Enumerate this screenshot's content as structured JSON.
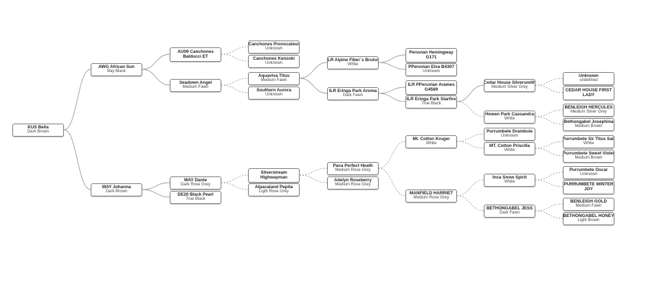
{
  "colors": {
    "line": "#9a9a9a",
    "border": "#7a7a7a"
  },
  "nodes": [
    {
      "id": "bella",
      "name": "KUS Bella",
      "color": "Dark Brown"
    },
    {
      "id": "awg",
      "name": "AWG African Sun",
      "color": "Bay Black"
    },
    {
      "id": "johanna",
      "name": "WAY Johanna",
      "color": "Dark Brown"
    },
    {
      "id": "au09",
      "name": "AU09 Canchones Balducci ET",
      "color": ""
    },
    {
      "id": "seadown",
      "name": "Seadown Angel",
      "color": "Medium Fawn"
    },
    {
      "id": "dante",
      "name": "WAY Dante",
      "color": "Dark Rose Grey"
    },
    {
      "id": "de20",
      "name": "DE20 Black Pearl",
      "color": "True Black"
    },
    {
      "id": "provocateur",
      "name": "Canchones Provocateur",
      "color": "Unknown"
    },
    {
      "id": "kenzoki",
      "name": "Canchones Kenzoki",
      "color": "Unknown"
    },
    {
      "id": "aquaviva",
      "name": "Aquaviva Titus",
      "color": "Medium Fawn"
    },
    {
      "id": "southern",
      "name": "Southern Aurora",
      "color": "Unknown"
    },
    {
      "id": "silverstream",
      "name": "Silverstream Highwayman",
      "color": ""
    },
    {
      "id": "pepita",
      "name": "Alpacaland Pepita",
      "color": "Light Rose Grey"
    },
    {
      "id": "brutus",
      "name": "ILR Alpine Fiber`s Brutus",
      "color": "White"
    },
    {
      "id": "aroma",
      "name": "ILR Eringa Park Aroma",
      "color": "Dark Fawn"
    },
    {
      "id": "heath",
      "name": "Paca Perfect Heath",
      "color": "Medium Rose Grey"
    },
    {
      "id": "adelyn",
      "name": "Adelyn Roseberry",
      "color": "Medium Rose Grey"
    },
    {
      "id": "hemingway",
      "name": "Peruvian Hemingway G171",
      "color": ""
    },
    {
      "id": "elva",
      "name": "PPeruvian Elva B4307",
      "color": "Unknown"
    },
    {
      "id": "arames",
      "name": "ILR PPeruvian Arames G4569",
      "color": ""
    },
    {
      "id": "starfire",
      "name": "ILR Eringa Park Starfire",
      "color": "True Black"
    },
    {
      "id": "kruger",
      "name": "Mt. Cotton Kruger",
      "color": "White"
    },
    {
      "id": "manfield",
      "name": "MANFIELD HARRIET",
      "color": "Medium Rose Grey"
    },
    {
      "id": "silversmith",
      "name": "Cedar House Silversmith",
      "color": "Medium Silver Grey"
    },
    {
      "id": "cassandra",
      "name": "Howen Park Cassandra",
      "color": "White"
    },
    {
      "id": "drambuie",
      "name": "Purrumbete Drambuie",
      "color": "Unknown"
    },
    {
      "id": "priscilla",
      "name": "MT. Cotton Priscilla",
      "color": "White"
    },
    {
      "id": "incasnow",
      "name": "Inca Snow Spirit",
      "color": "White"
    },
    {
      "id": "jess",
      "name": "BETHONGABEL JESS",
      "color": "Dark Fawn"
    },
    {
      "id": "unknown",
      "name": "Unknown",
      "color": "undefined"
    },
    {
      "id": "cedarlady",
      "name": "CEDAR HOUSE FIRST LADY",
      "color": ""
    },
    {
      "id": "hercules",
      "name": "BENLEIGH HERCULES",
      "color": "Medium Silver Grey"
    },
    {
      "id": "josephina",
      "name": "Bethongabel Josephina",
      "color": "Medium Brown"
    },
    {
      "id": "sirtitus",
      "name": "Purrumbete Sir Titus Salt",
      "color": "White"
    },
    {
      "id": "sweetviolet",
      "name": "Purrumbete Sweet Violet",
      "color": "Medium Brown"
    },
    {
      "id": "oscar",
      "name": "Purrumbete Oscar",
      "color": "Unknown"
    },
    {
      "id": "winterjoy",
      "name": "PURRUMBETE WINTER JOY",
      "color": ""
    },
    {
      "id": "gold",
      "name": "BENLEIGH GOLD",
      "color": "Medium Fawn"
    },
    {
      "id": "honey",
      "name": "BETHONGABEL HONEY",
      "color": "Light Brown"
    }
  ]
}
